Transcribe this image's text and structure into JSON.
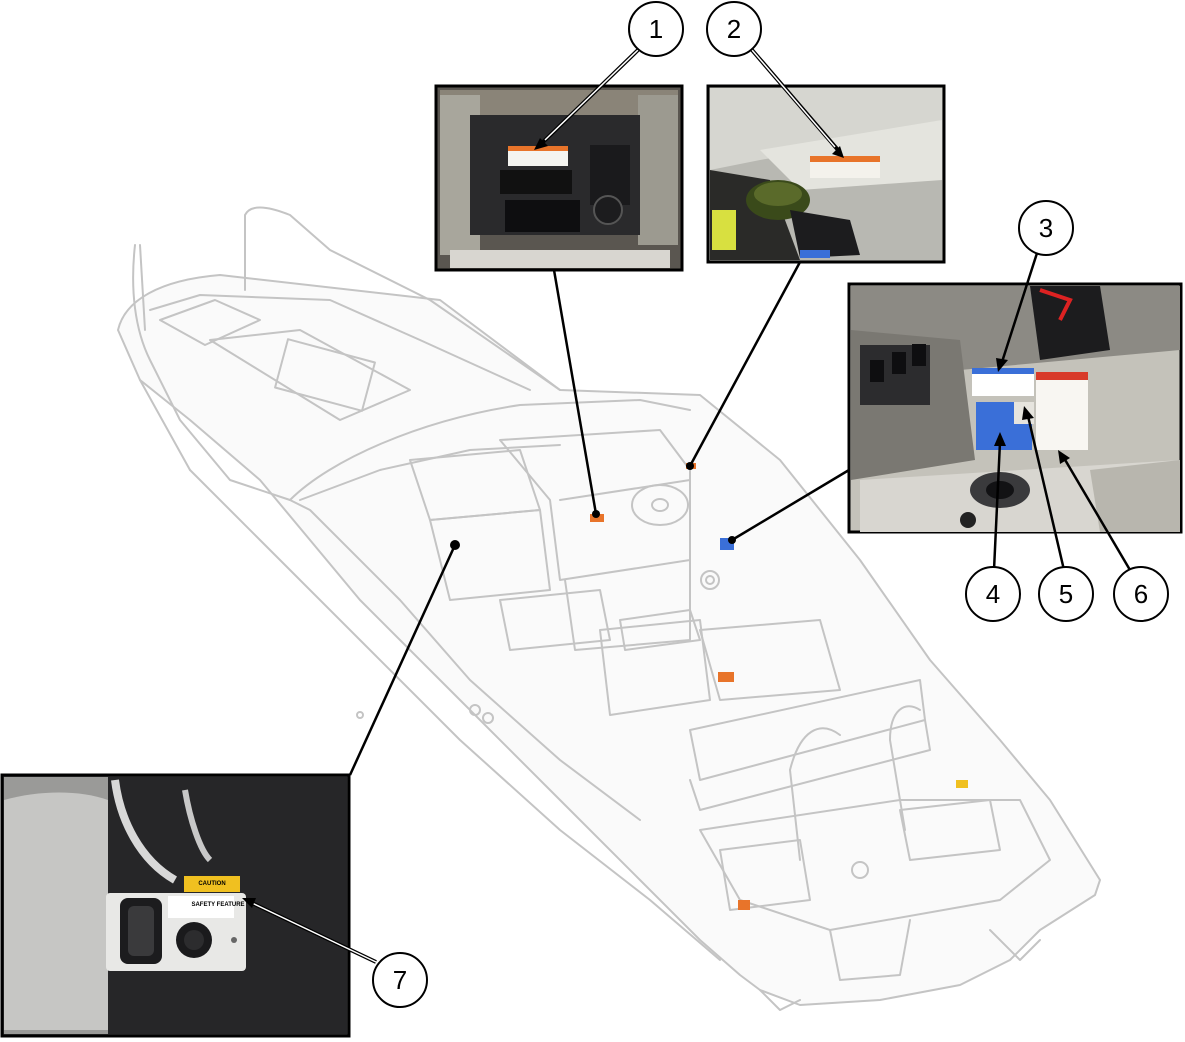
{
  "callouts": [
    {
      "number": "1"
    },
    {
      "number": "2"
    },
    {
      "number": "3"
    },
    {
      "number": "4"
    },
    {
      "number": "5"
    },
    {
      "number": "6"
    },
    {
      "number": "7"
    }
  ],
  "detail_7": {
    "caution_label": "CAUTION",
    "feature_label": "SAFETY FEATURE"
  },
  "colors": {
    "line": "#000000",
    "boat_outline": "#c4c4c4",
    "label_orange": "#e8742a",
    "label_blue": "#3a6fd8",
    "label_yellow": "#f0c020"
  }
}
